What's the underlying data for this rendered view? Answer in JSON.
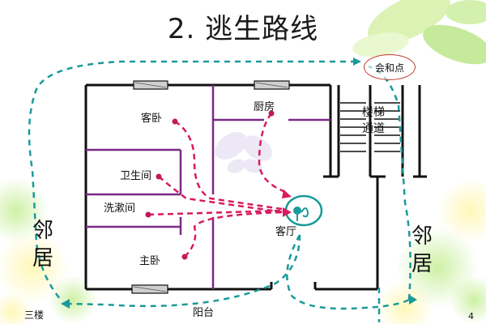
{
  "slide": {
    "title": "2. 逃生路线",
    "page_number": "4"
  },
  "rooms": {
    "guest_bedroom": "客卧",
    "kitchen": "厨房",
    "bathroom": "卫生间",
    "washroom": "洗漱间",
    "living_room": "客厅",
    "master_bedroom": "主卧",
    "balcony": "阳台"
  },
  "stairs": {
    "line1": "楼梯",
    "line2": "通道"
  },
  "meeting_point": "会和点",
  "neighbors": {
    "left": "邻\n居",
    "right": "邻\n居"
  },
  "floor_label": "三楼",
  "colors": {
    "wall": "#111111",
    "interior_wall": "#7a2a86",
    "escape_route": "#d81b60",
    "evacuation_route": "#1a9a9a",
    "meeting_ring": "#c0392b"
  }
}
